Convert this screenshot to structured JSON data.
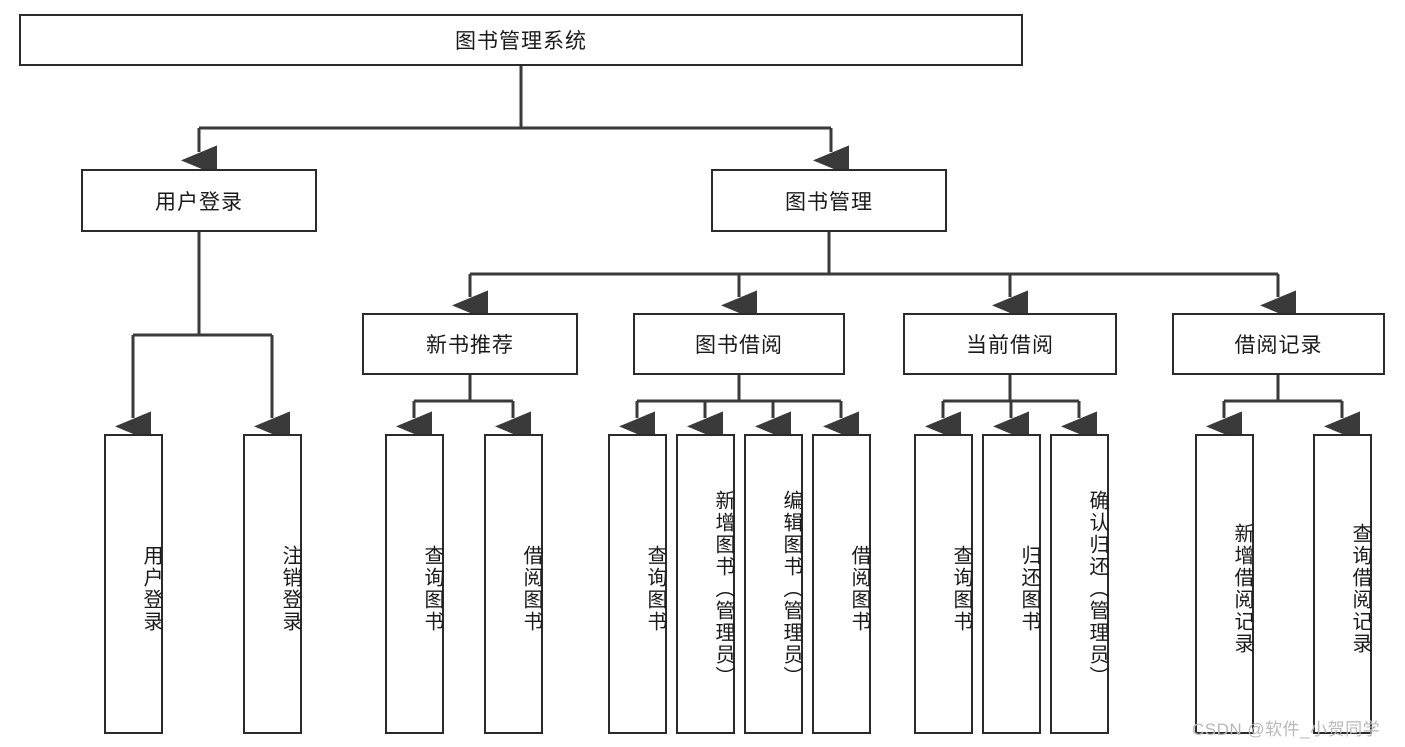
{
  "diagram": {
    "title_node": {
      "label": "图书管理系统"
    },
    "level2": [
      {
        "id": "user-login",
        "label": "用户登录"
      },
      {
        "id": "book-management",
        "label": "图书管理"
      }
    ],
    "level3": [
      {
        "id": "new-book-recommend",
        "label": "新书推荐"
      },
      {
        "id": "book-borrow",
        "label": "图书借阅"
      },
      {
        "id": "current-borrow",
        "label": "当前借阅"
      },
      {
        "id": "borrow-record",
        "label": "借阅记录"
      }
    ],
    "leaves": {
      "user_login": [
        {
          "id": "leaf-user-login",
          "label": "用户登录"
        },
        {
          "id": "leaf-logout-login",
          "label": "注销登录"
        }
      ],
      "new_book_recommend": [
        {
          "id": "leaf-query-book-1",
          "label": "查询图书"
        },
        {
          "id": "leaf-borrow-book-1",
          "label": "借阅图书"
        }
      ],
      "book_borrow": [
        {
          "id": "leaf-query-book-2",
          "label": "查询图书"
        },
        {
          "id": "leaf-add-book",
          "label": "新增图书（管理员）"
        },
        {
          "id": "leaf-edit-book",
          "label": "编辑图书（管理员）"
        },
        {
          "id": "leaf-borrow-book-2",
          "label": "借阅图书"
        }
      ],
      "current_borrow": [
        {
          "id": "leaf-query-book-3",
          "label": "查询图书"
        },
        {
          "id": "leaf-return-book",
          "label": "归还图书"
        },
        {
          "id": "leaf-confirm-return",
          "label": "确认归还（管理员）"
        }
      ],
      "borrow_record": [
        {
          "id": "leaf-add-record",
          "label": "新增借阅记录"
        },
        {
          "id": "leaf-query-record",
          "label": "查询借阅记录"
        }
      ]
    }
  },
  "watermark": {
    "text": "CSDN @软件_小贺同学"
  },
  "colors": {
    "box_border": "#2b2b2b",
    "box_fill": "#ffffff",
    "connector": "#3a3a3a",
    "text": "#1a1a1a",
    "watermark": "#b8b8b8"
  }
}
